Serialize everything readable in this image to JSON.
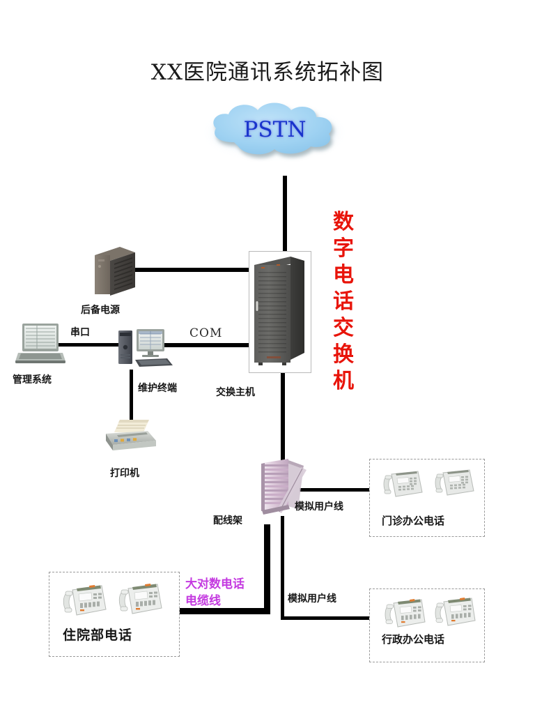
{
  "diagram": {
    "title": "XX医院通讯系统拓补图",
    "background": "#ffffff",
    "accent_red": "#e8140a",
    "accent_purple": "#c43ae0",
    "cloud_fill": "#9fd0f0",
    "cloud_text_color": "#1933cc"
  },
  "nodes": {
    "pstn": {
      "label": "PSTN"
    },
    "switch_host": {
      "label": "交换主机"
    },
    "switch_vertical": {
      "label": "数字电话交换机",
      "chars": [
        "数",
        "字",
        "电",
        "话",
        "交",
        "换",
        "机"
      ]
    },
    "backup_power": {
      "label": "后备电源"
    },
    "management_system": {
      "label": "管理系统"
    },
    "maintenance_terminal": {
      "label": "维护终端"
    },
    "printer": {
      "label": "打印机"
    },
    "distribution_frame": {
      "label": "配线架"
    }
  },
  "links": {
    "serial_port": {
      "label": "串口"
    },
    "com_port": {
      "label": "COM"
    },
    "analog_line_top": {
      "label": "模拟用户线"
    },
    "analog_line_bottom": {
      "label": "模拟用户线"
    },
    "big_pair_cable": {
      "label": "大对数电话电缆线",
      "line1": "大对数电话",
      "line2": "电缆线"
    }
  },
  "groups": [
    {
      "id": "outpatient",
      "label": "门诊办公电话",
      "phones": 2
    },
    {
      "id": "inpatient",
      "label": "住院部电话",
      "phones": 2
    },
    {
      "id": "administrative",
      "label": "行政办公电话",
      "phones": 2
    }
  ]
}
